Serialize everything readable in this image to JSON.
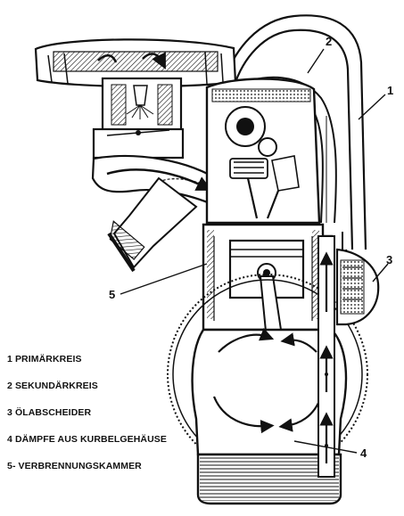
{
  "callouts": {
    "c1": "1",
    "c2": "2",
    "c3": "3",
    "c4": "4",
    "c5": "5"
  },
  "legend": [
    "1 PRIMÄRKREIS",
    "2 SEKUNDÄRKREIS",
    "3 ÖLABSCHEIDER",
    "4 DÄMPFE AUS KURBELGEHÄUSE",
    "5- VERBRENNUNGSKAMMER"
  ],
  "colors": {
    "ink": "#111111",
    "background": "#ffffff"
  }
}
